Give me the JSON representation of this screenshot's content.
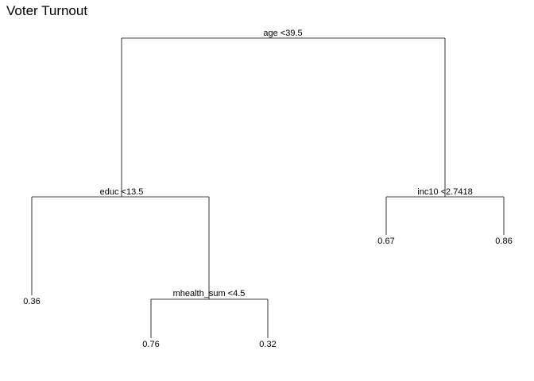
{
  "title": "Voter Turnout",
  "tree": {
    "root": {
      "split": "age <39.5",
      "left": {
        "split": "educ <13.5",
        "left": {
          "leaf": "0.36"
        },
        "right": {
          "split": "mhealth_sum <4.5",
          "left": {
            "leaf": "0.76"
          },
          "right": {
            "leaf": "0.32"
          }
        }
      },
      "right": {
        "split": "inc10 <2.7418",
        "left": {
          "leaf": "0.67"
        },
        "right": {
          "leaf": "0.86"
        }
      }
    }
  }
}
